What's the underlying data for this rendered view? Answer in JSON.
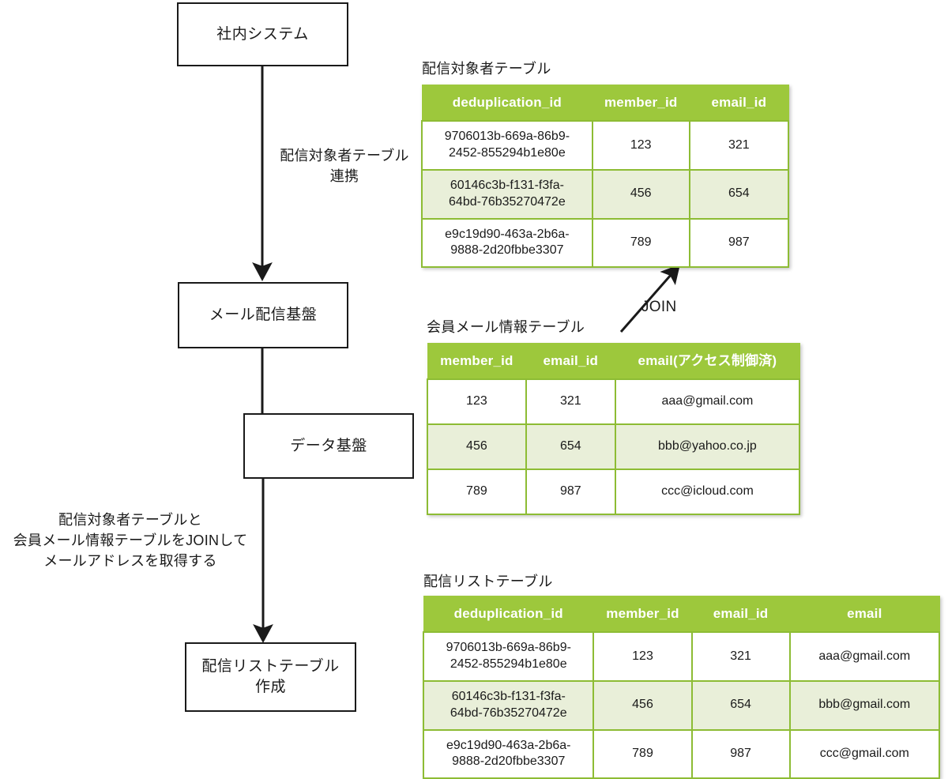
{
  "flow": {
    "boxes": [
      {
        "id": "internal-system",
        "label": "社内システム"
      },
      {
        "id": "mail-delivery-platform",
        "label": "メール配信基盤"
      },
      {
        "id": "data-platform",
        "label": "データ基盤"
      },
      {
        "id": "delivery-list-create",
        "label": "配信リストテーブル\n作成"
      }
    ],
    "edge_labels": [
      {
        "id": "link-label",
        "text": "配信対象者テーブル\n連携"
      },
      {
        "id": "join-note",
        "text": "配信対象者テーブルと\n会員メール情報テーブルをJOINして\nメールアドレスを取得する"
      }
    ],
    "join_arrow_label": "JOIN"
  },
  "tables": [
    {
      "id": "delivery-target-table",
      "title": "配信対象者テーブル",
      "columns": [
        "deduplication_id",
        "member_id",
        "email_id"
      ],
      "rows": [
        [
          "9706013b-669a-86b9-\n2452-855294b1e80e",
          "123",
          "321"
        ],
        [
          "60146c3b-f131-f3fa-\n64bd-76b35270472e",
          "456",
          "654"
        ],
        [
          "e9c19d90-463a-2b6a-\n9888-2d20fbbe3307",
          "789",
          "987"
        ]
      ]
    },
    {
      "id": "member-mail-info-table",
      "title": "会員メール情報テーブル",
      "columns": [
        "member_id",
        "email_id",
        "email(アクセス制御済)"
      ],
      "rows": [
        [
          "123",
          "321",
          "aaa@gmail.com"
        ],
        [
          "456",
          "654",
          "bbb@yahoo.co.jp"
        ],
        [
          "789",
          "987",
          "ccc@icloud.com"
        ]
      ]
    },
    {
      "id": "delivery-list-table",
      "title": "配信リストテーブル",
      "columns": [
        "deduplication_id",
        "member_id",
        "email_id",
        "email"
      ],
      "rows": [
        [
          "9706013b-669a-86b9-\n2452-855294b1e80e",
          "123",
          "321",
          "aaa@gmail.com"
        ],
        [
          "60146c3b-f131-f3fa-\n64bd-76b35270472e",
          "456",
          "654",
          "bbb@gmail.com"
        ],
        [
          "e9c19d90-463a-2b6a-\n9888-2d20fbbe3307",
          "789",
          "987",
          "ccc@gmail.com"
        ]
      ]
    }
  ],
  "colors": {
    "header_green": "#9dc83c",
    "cell_border_green": "#8dbc34",
    "alt_row_green": "#e9efd9",
    "line_black": "#1a1a1a"
  }
}
